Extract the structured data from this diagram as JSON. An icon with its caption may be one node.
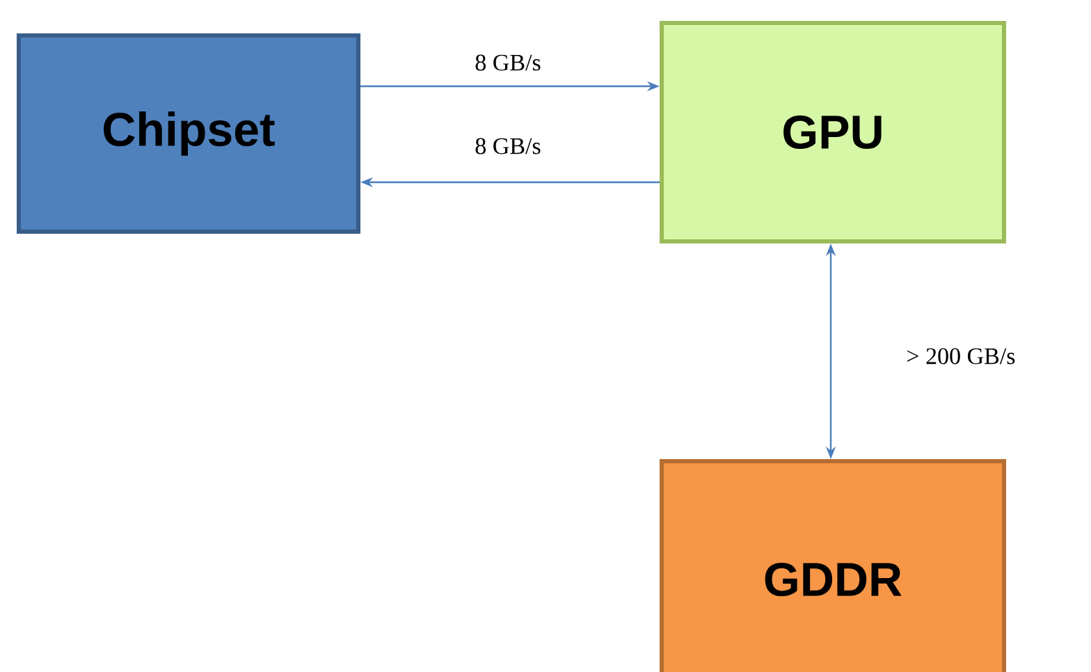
{
  "diagram": {
    "nodes": [
      {
        "text": [
          "Chipset"
        ]
      },
      {
        "text": [
          "GPU"
        ]
      },
      {
        "text": [
          "GDDR"
        ]
      }
    ],
    "edges": [
      {
        "from": 0,
        "to": 1,
        "arrow": "to",
        "label": "8 GB/s"
      },
      {
        "from": 1,
        "to": 0,
        "arrow": "to",
        "label": "8 GB/s"
      },
      {
        "from": 1,
        "to": 2,
        "arrow": "both",
        "label": "> 200 GB/s"
      }
    ]
  }
}
